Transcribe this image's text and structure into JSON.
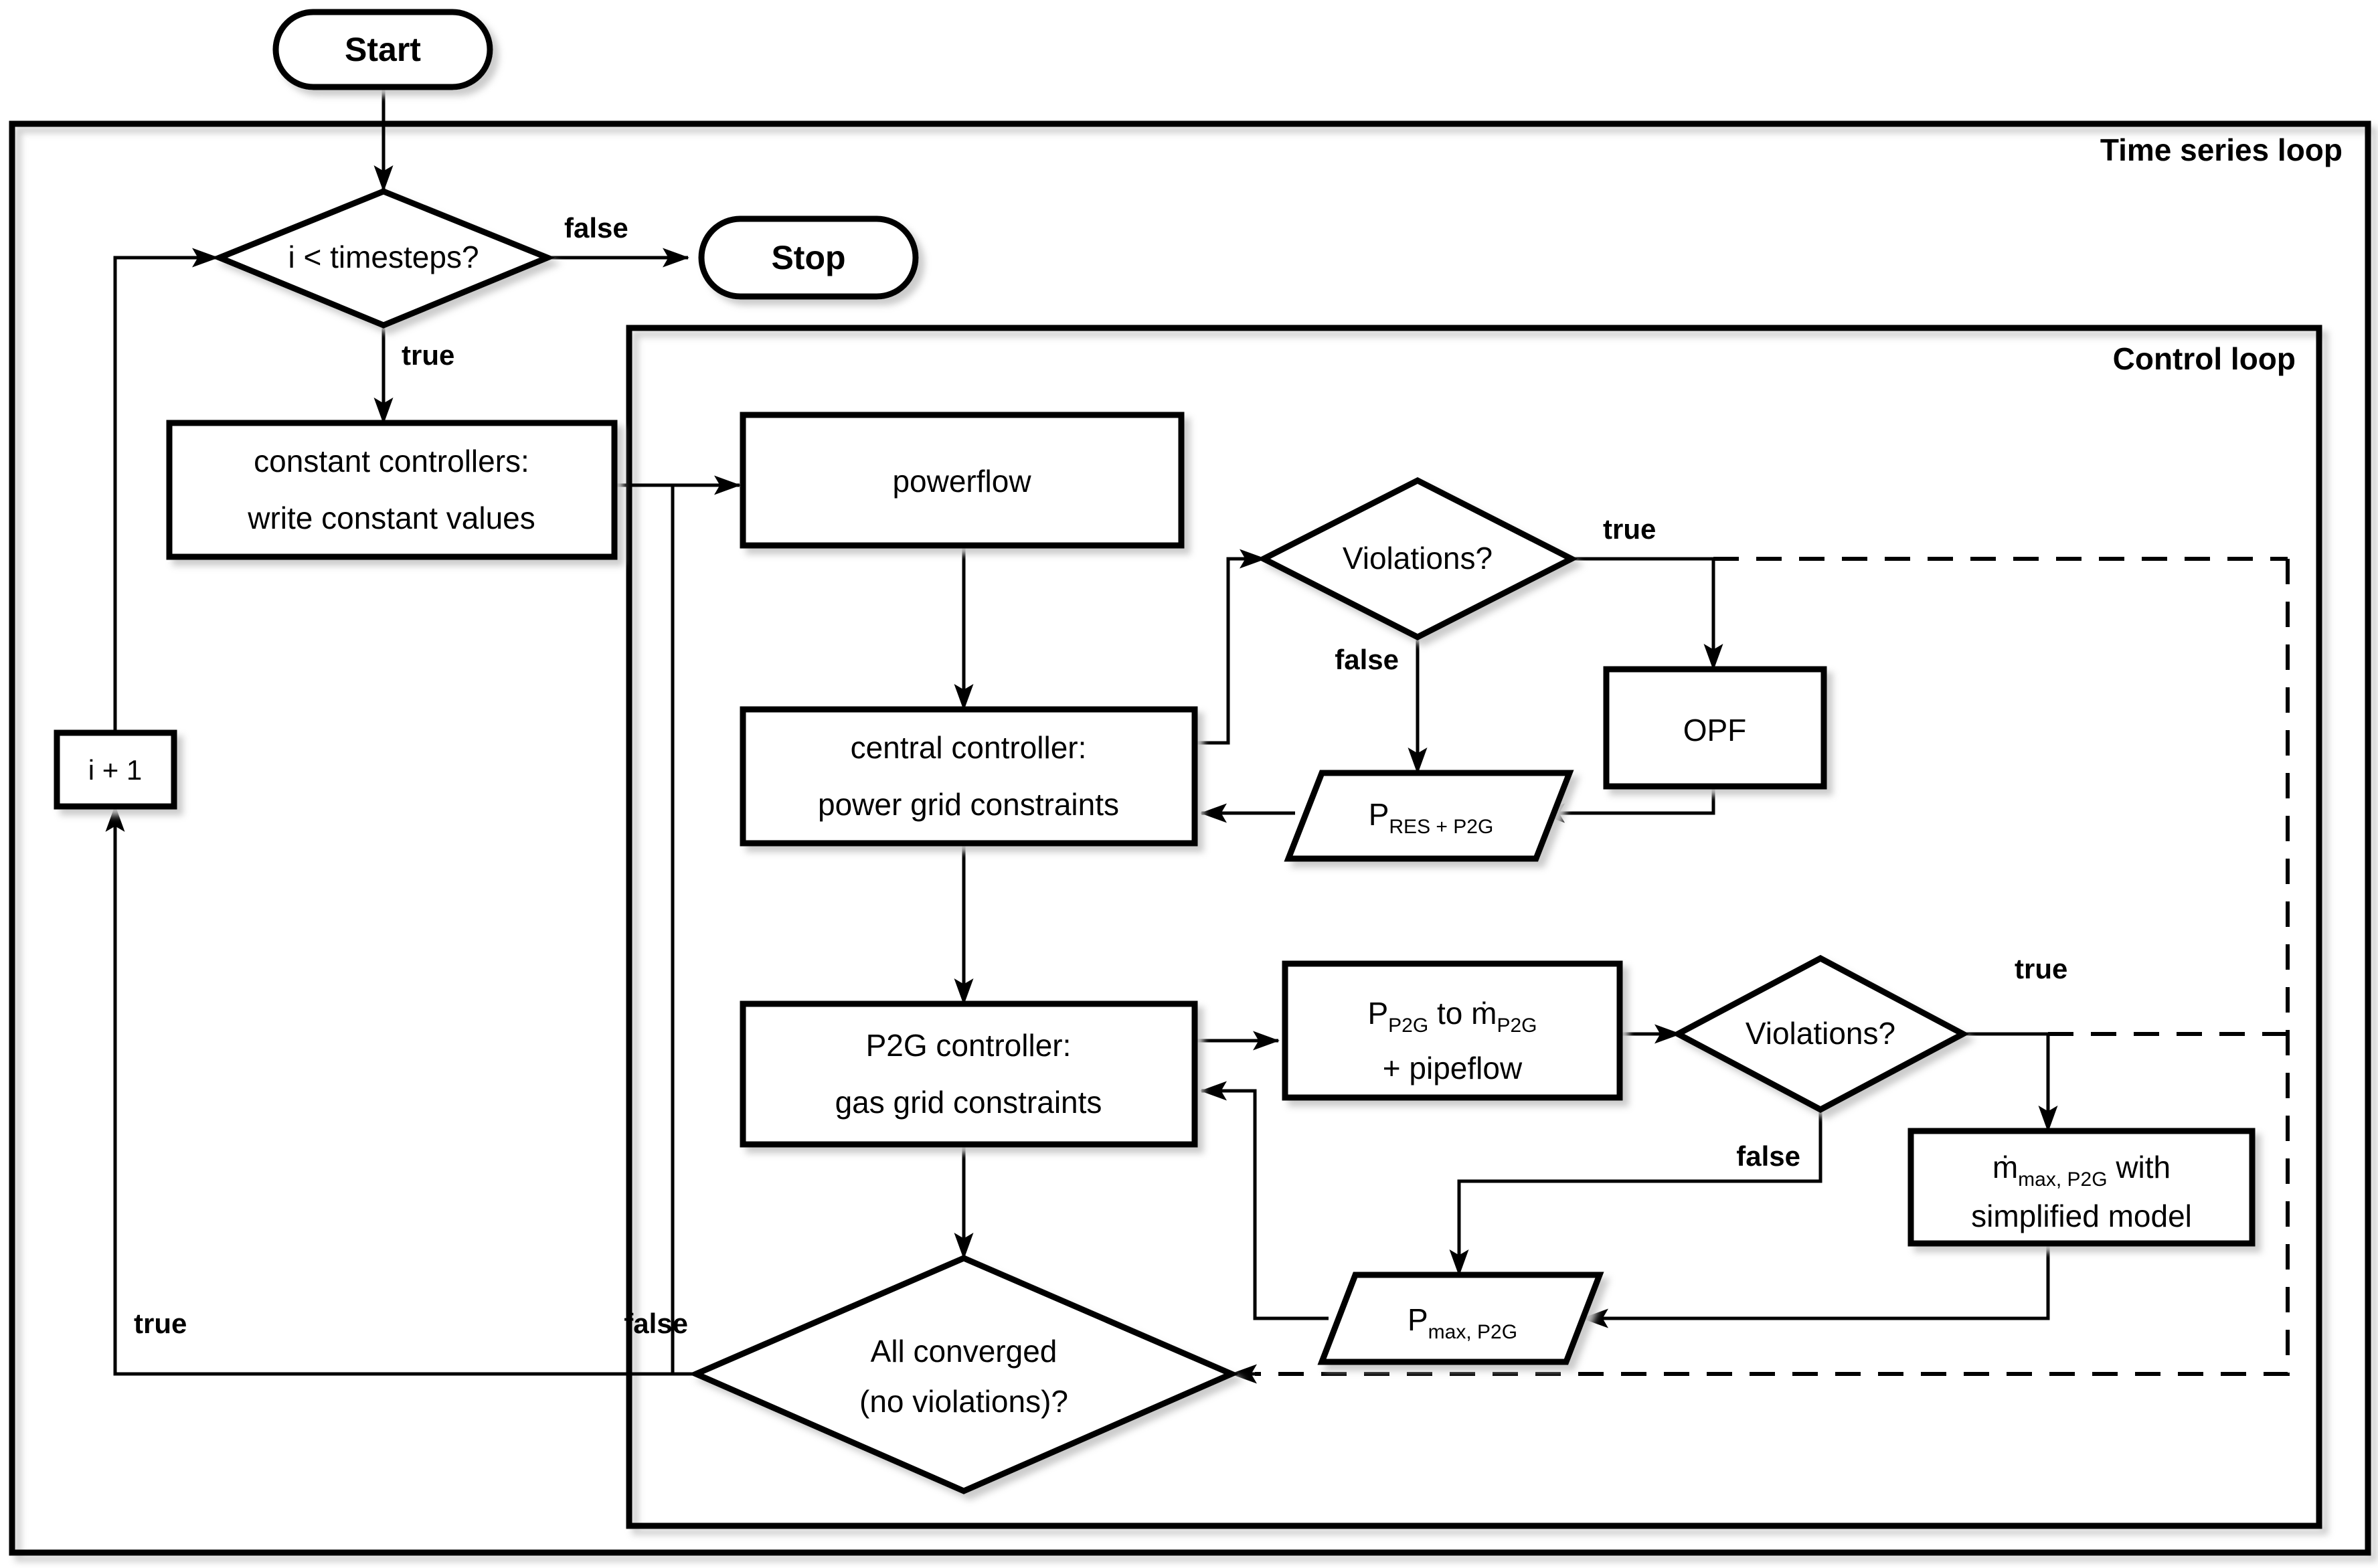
{
  "diagram": {
    "title_hidden": "",
    "containers": [
      {
        "id": "time-series-loop",
        "label": "Time series loop"
      },
      {
        "id": "control-loop",
        "label": "Control loop"
      }
    ],
    "nodes": {
      "start": {
        "label": "Start",
        "shape": "terminator"
      },
      "stop": {
        "label": "Stop",
        "shape": "terminator"
      },
      "check_timesteps": {
        "label": "i < timesteps?",
        "shape": "decision"
      },
      "increment": {
        "label": "i + 1",
        "shape": "process"
      },
      "constant_controllers": {
        "line1": "constant controllers:",
        "line2": "write constant values",
        "shape": "process"
      },
      "powerflow": {
        "label": "powerflow",
        "shape": "process"
      },
      "violations_power": {
        "label": "Violations?",
        "shape": "decision"
      },
      "opf": {
        "label": "OPF",
        "shape": "process"
      },
      "p_res_p2g": {
        "base": "P",
        "sub": "RES + P2G",
        "shape": "data"
      },
      "central_controller": {
        "line1": "central controller:",
        "line2": "power grid constraints",
        "shape": "process"
      },
      "p2g_controller": {
        "line1": "P2G controller:",
        "line2": "gas grid constraints",
        "shape": "process"
      },
      "p2g_to_mdot": {
        "l1_a": "P",
        "l1_a_sub": "P2G",
        "l1_b": " to ",
        "l1_c": "ṁ",
        "l1_c_sub": "P2G",
        "line2": "+ pipeflow",
        "shape": "process"
      },
      "violations_gas": {
        "label": "Violations?",
        "shape": "decision"
      },
      "mdot_max_simplified": {
        "l1_a": "ṁ",
        "l1_a_sub": "max, P2G",
        "l1_b": " with",
        "line2": "simplified model",
        "shape": "process"
      },
      "p_max_p2g": {
        "base": "P",
        "sub": "max, P2G",
        "shape": "data"
      },
      "all_converged": {
        "line1": "All converged",
        "line2": "(no violations)?",
        "shape": "decision"
      }
    },
    "edge_labels": {
      "timesteps_false": "false",
      "timesteps_true": "true",
      "violations_power_true": "true",
      "violations_power_false": "false",
      "violations_gas_true": "true",
      "violations_gas_false": "false",
      "converged_false": "false",
      "converged_true": "true"
    },
    "colors": {
      "stroke": "#000000",
      "fill": "#ffffff",
      "shadow": "#d9d9d9"
    }
  }
}
